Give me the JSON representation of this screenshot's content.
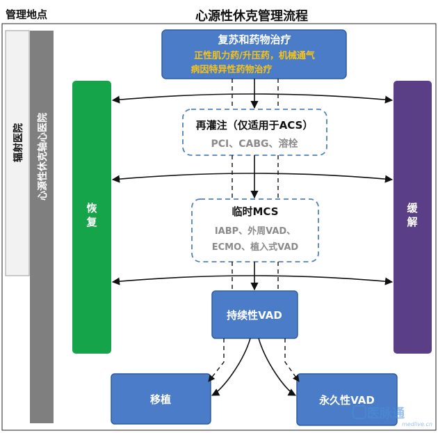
{
  "header": {
    "left_label": "管理地点",
    "title": "心源性休克管理流程"
  },
  "locations": {
    "outer": "辐射医院",
    "inner": "心源性休克轴心医院"
  },
  "side_bars": {
    "recover": "恢\n复",
    "relief": "缓\n解"
  },
  "steps": {
    "resuscitation": {
      "title": "复苏和药物治疗",
      "line1": "正性肌力药/升压药，机械通气",
      "line2": "病因特异性药物治疗"
    },
    "reperfusion": {
      "title": "再灌注（仅适用于ACS）",
      "detail": "PCI、CABG、溶栓"
    },
    "temp_mcs": {
      "title": "临时MCS",
      "line1": "IABP、外周VAD、",
      "line2": "ECMO、植入式VAD"
    },
    "durable_vad": {
      "title": "持续性VAD"
    },
    "transplant": {
      "title": "移植"
    },
    "permanent_vad": {
      "title": "永久性VAD"
    }
  },
  "watermark": {
    "logo_text": "医脉通",
    "url": "medlive.cn"
  },
  "colors": {
    "blue_box": "#4a7cc7",
    "blue_border": "#2f5d9b",
    "yellow_text": "#f7c318",
    "green_bar": "#16a44a",
    "purple_bar": "#5b3f86",
    "grey_bar": "#7f7f7f",
    "dashed_border": "#4f81bd",
    "grey_text": "#8a8a8a"
  }
}
